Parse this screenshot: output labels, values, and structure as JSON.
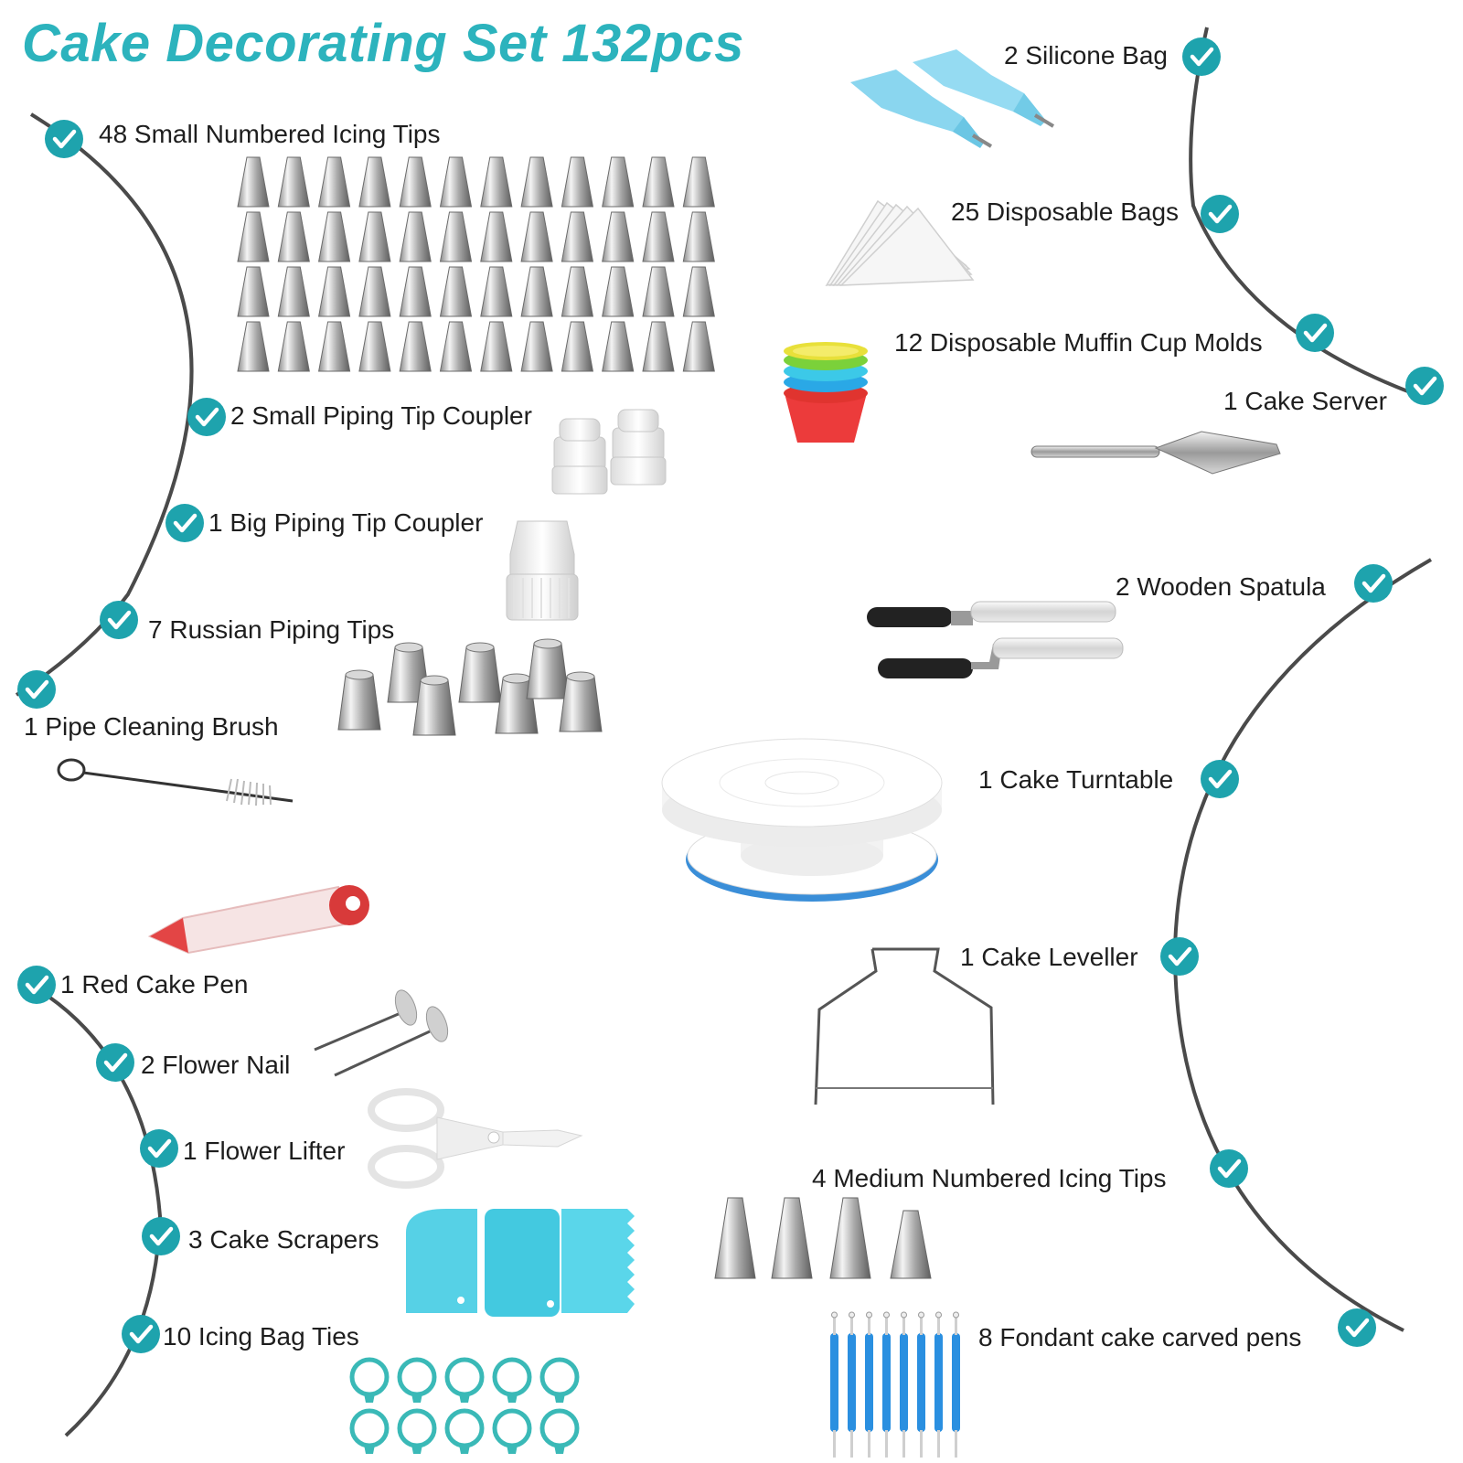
{
  "title": "Cake Decorating Set  132pcs",
  "colors": {
    "accent": "#2cb3bd",
    "check": "#1ea3ad",
    "line": "#4a4a4a"
  },
  "items": {
    "small_tips": "48 Small  Numbered Icing Tips",
    "small_coupler": "2 Small Piping Tip Coupler",
    "big_coupler": "1 Big Piping Tip Coupler",
    "russian_tips": "7 Russian Piping Tips",
    "brush": "1 Pipe Cleaning Brush",
    "cake_pen": "1 Red Cake Pen",
    "flower_nail": "2 Flower Nail",
    "flower_lifter": "1 Flower Lifter",
    "scrapers": "3 Cake Scrapers",
    "bag_ties": "10 Icing Bag Ties",
    "silicone_bag": "2 Silicone Bag",
    "disposable_bags": "25 Disposable Bags",
    "muffin_cups": "12 Disposable Muffin Cup Molds",
    "cake_server": "1 Cake Server",
    "spatula": "2 Wooden Spatula",
    "turntable": "1 Cake Turntable",
    "leveller": "1 Cake Leveller",
    "medium_tips": "4 Medium Numbered Icing Tips",
    "fondant_pens": "8 Fondant cake carved pens"
  }
}
